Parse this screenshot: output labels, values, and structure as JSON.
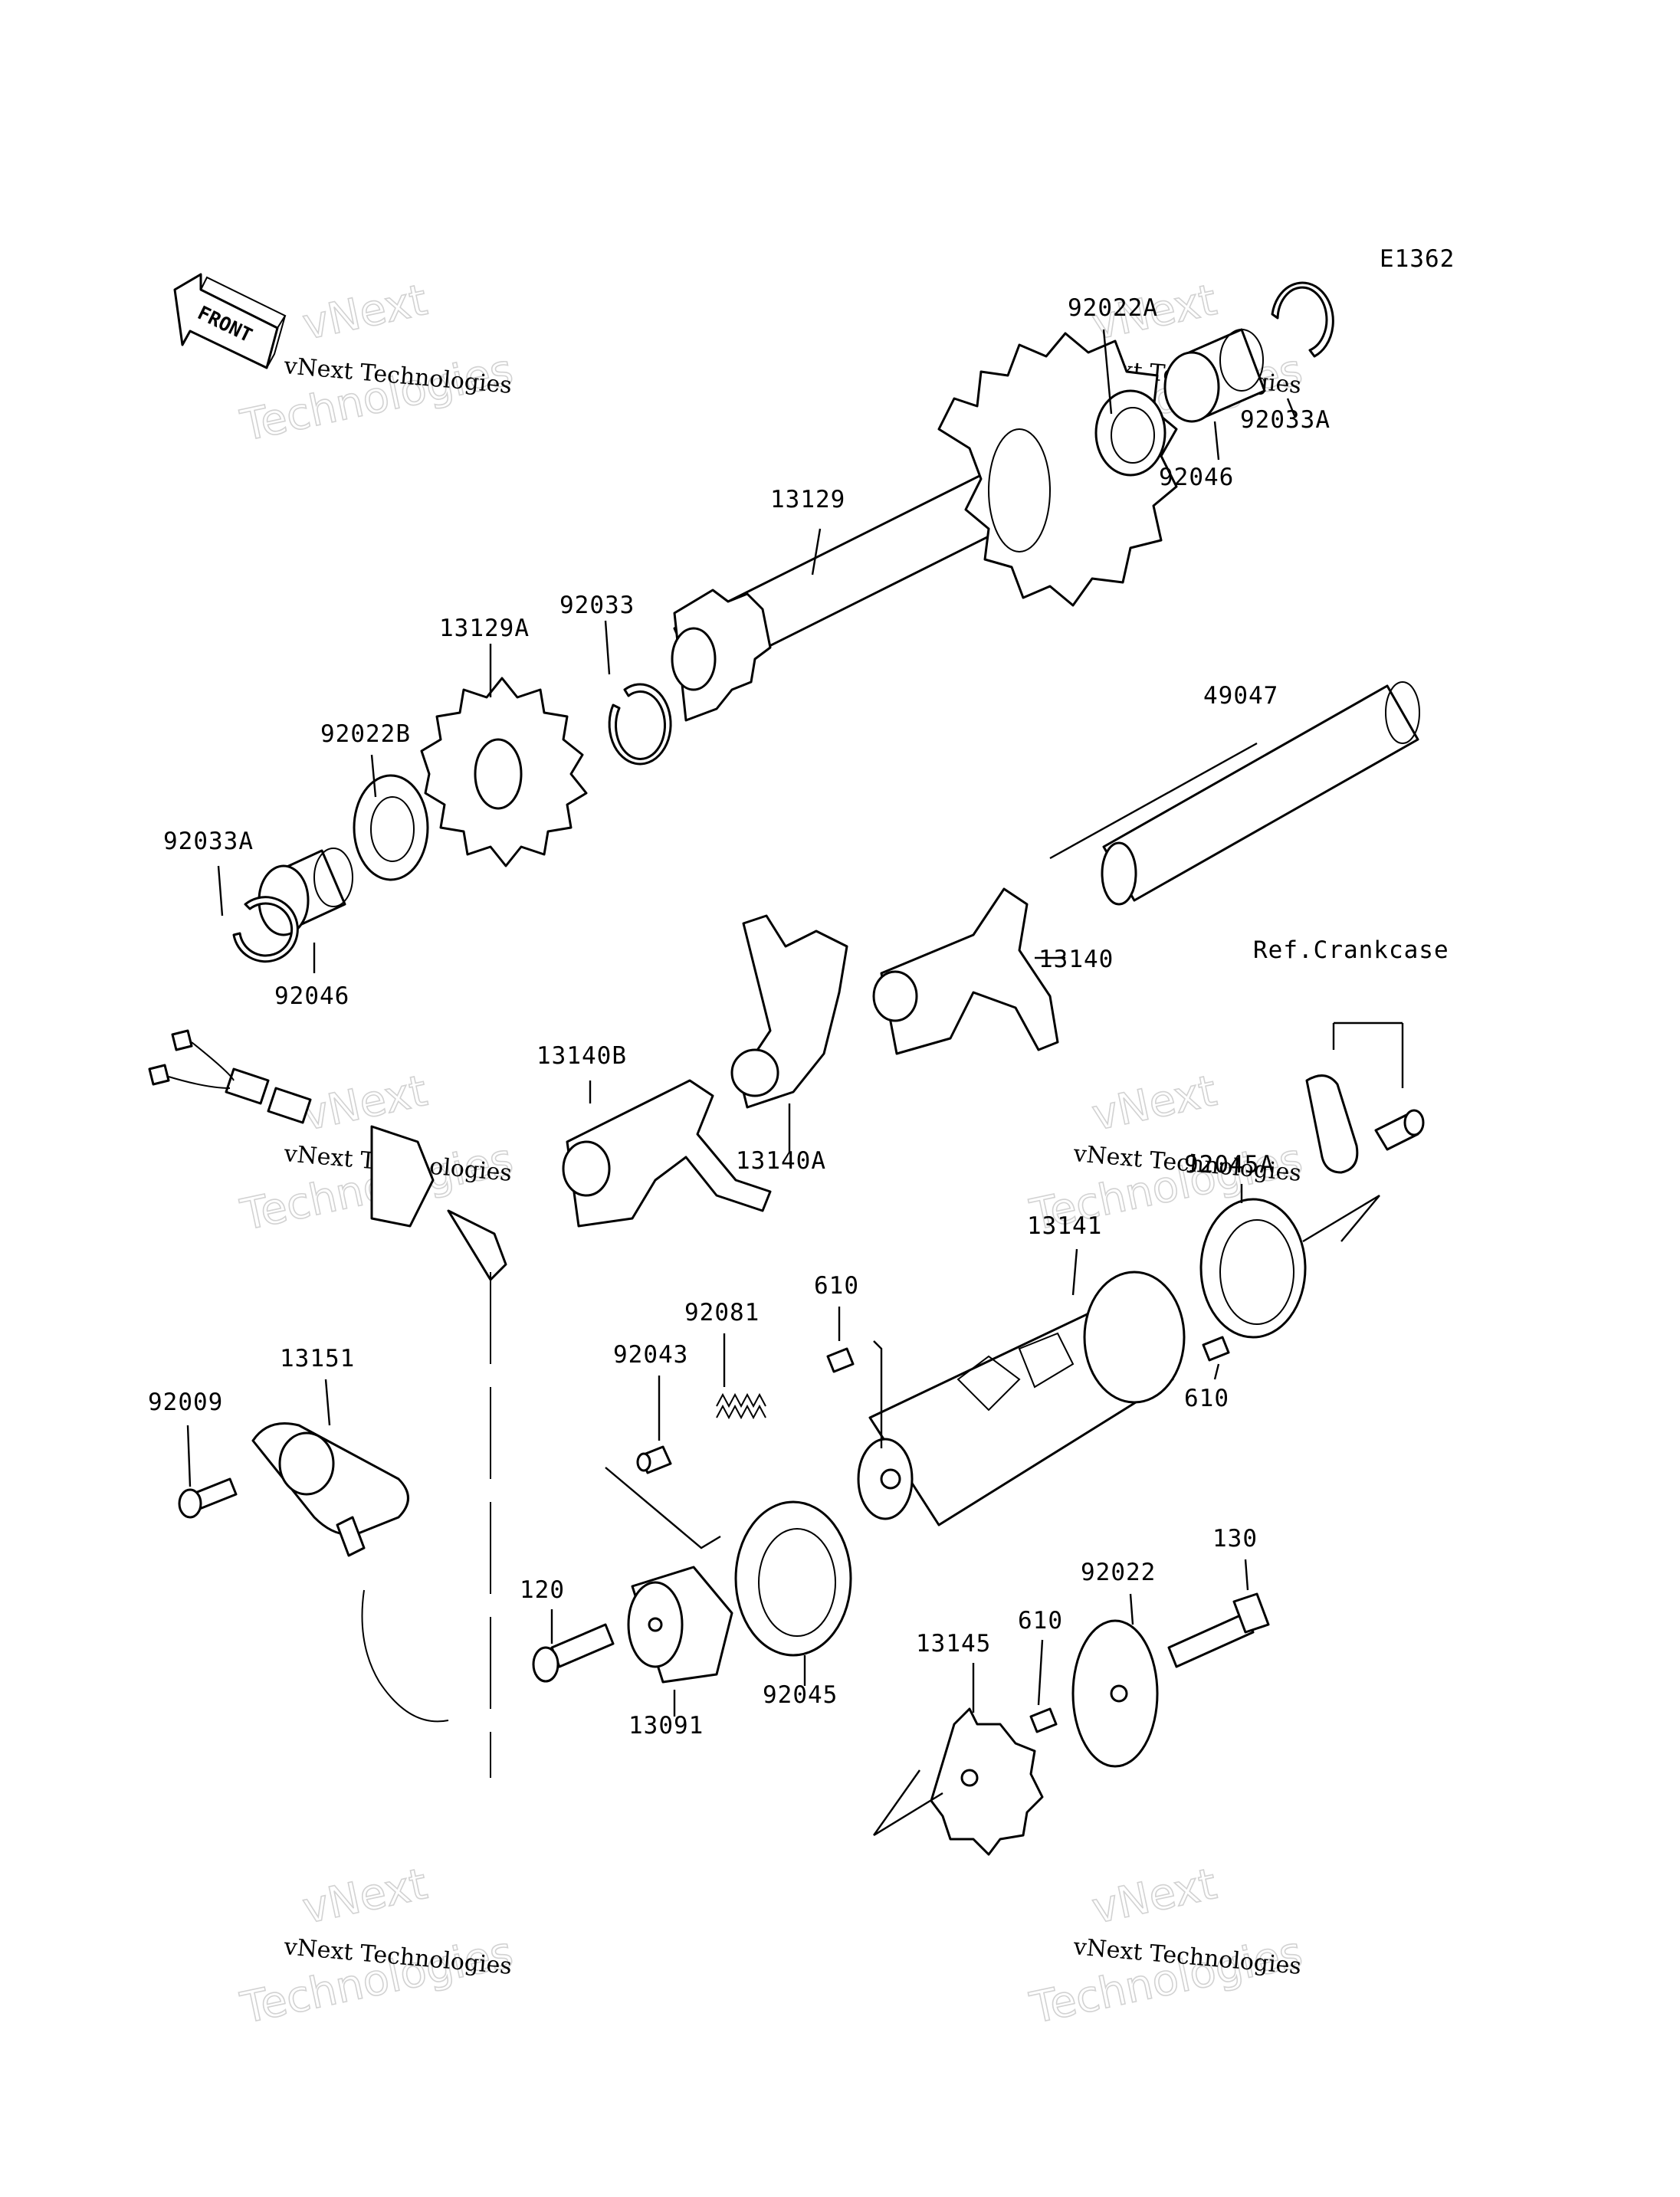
{
  "diagram": {
    "code": "E1362",
    "front_label": "FRONT",
    "watermark": {
      "line1": "vNext Technologies",
      "line2": "vNext",
      "line3": "Technologies"
    },
    "labels": {
      "p92022A_top": "92022A",
      "p92033A_top": "92033A",
      "p92046_top": "92046",
      "p13129": "13129",
      "p13129A": "13129A",
      "p92033": "92033",
      "p92022B": "92022B",
      "p92033A_left": "92033A",
      "p92046_left": "92046",
      "p49047": "49047",
      "p13140": "13140",
      "p13140A": "13140A",
      "p13140B": "13140B",
      "refCrankcase": "Ref.Crankcase",
      "p92045A": "92045A",
      "p13141": "13141",
      "p610_mid": "610",
      "p610_right": "610",
      "p92081": "92081",
      "p92043": "92043",
      "p13151": "13151",
      "p92009": "92009",
      "p120": "120",
      "p13091": "13091",
      "p92045": "92045",
      "p13145": "13145",
      "p610_bottom": "610",
      "p92022": "92022",
      "p130": "130"
    }
  }
}
